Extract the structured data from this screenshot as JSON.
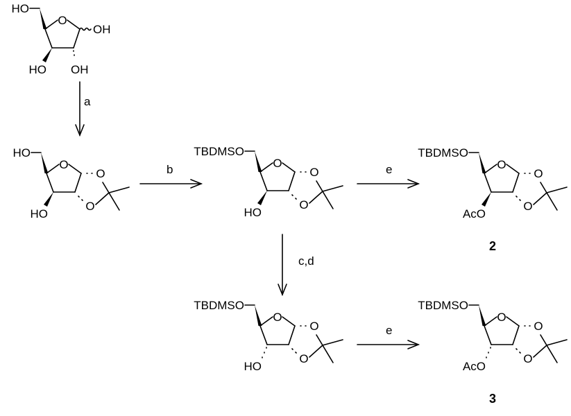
{
  "start": {
    "ring_o": "O",
    "c5_sub": "HO",
    "c1_sub": "OH",
    "c2_sub": "OH",
    "c3_sub": "HO"
  },
  "compounds": [
    {
      "c5_sub": "HO",
      "c3_sub": "HO",
      "c3_stereo": "beta",
      "ring_o": "O",
      "o1": "O",
      "o2": "O",
      "label": ""
    },
    {
      "c5_sub": "TBDMSO",
      "c3_sub": "HO",
      "c3_stereo": "beta",
      "ring_o": "O",
      "o1": "O",
      "o2": "O",
      "label": ""
    },
    {
      "c5_sub": "TBDMSO",
      "c3_sub": "AcO",
      "c3_stereo": "beta",
      "ring_o": "O",
      "o1": "O",
      "o2": "O",
      "label": "2"
    },
    {
      "c5_sub": "TBDMSO",
      "c3_sub": "HO",
      "c3_stereo": "alpha",
      "ring_o": "O",
      "o1": "O",
      "o2": "O",
      "label": ""
    },
    {
      "c5_sub": "TBDMSO",
      "c3_sub": "AcO",
      "c3_stereo": "alpha",
      "ring_o": "O",
      "o1": "O",
      "o2": "O",
      "label": "3"
    }
  ],
  "arrows": [
    {
      "label": "a",
      "direction": "down"
    },
    {
      "label": "b",
      "direction": "right"
    },
    {
      "label": "e",
      "direction": "right"
    },
    {
      "label": "c,d",
      "direction": "down"
    },
    {
      "label": "e",
      "direction": "right"
    }
  ]
}
